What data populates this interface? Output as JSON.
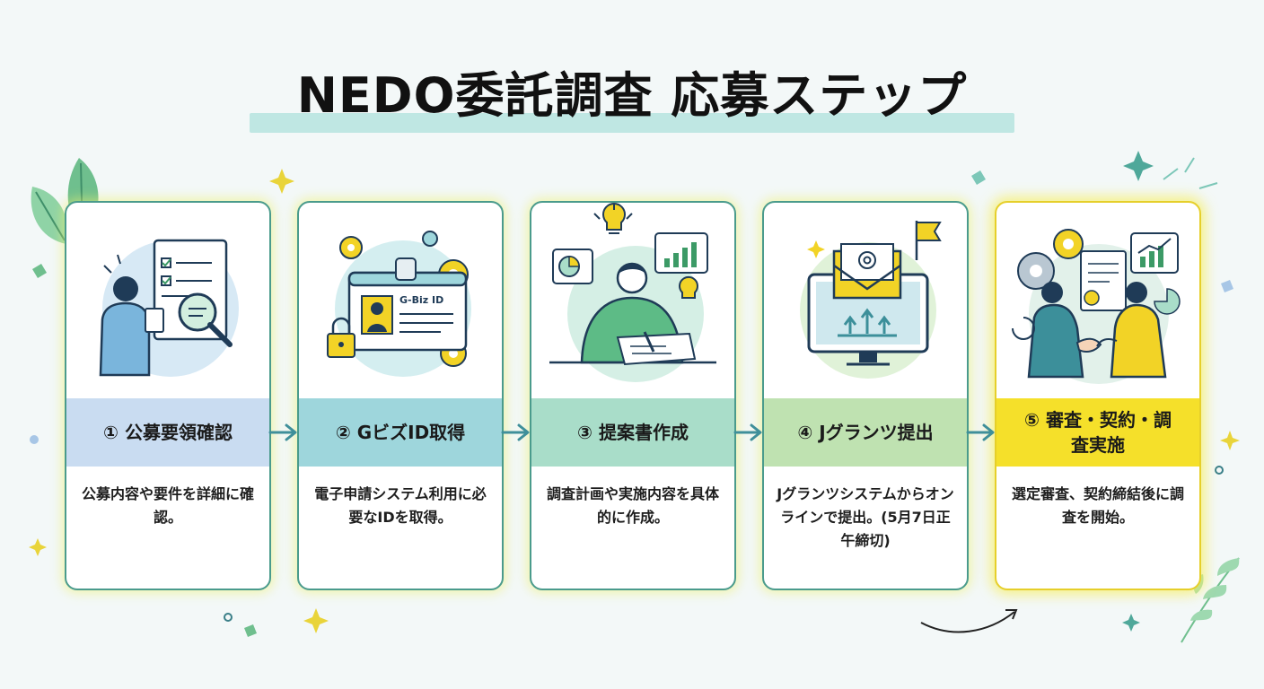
{
  "title": "NEDO委託調査 応募ステップ",
  "steps": [
    {
      "number": "①",
      "label": "公募要領確認",
      "description": "公募内容や要件を詳細に確認。",
      "band_color": "#c9dcf1",
      "illus_bg": "#d7e9f5"
    },
    {
      "number": "②",
      "label": "GビズID取得",
      "description": "電子申請システム利用に必要なIDを取得。",
      "band_color": "#9ed6dc",
      "illus_bg": "#d4eef0",
      "card_text": "G-Biz ID"
    },
    {
      "number": "③",
      "label": "提案書作成",
      "description": "調査計画や実施内容を具体的に作成。",
      "band_color": "#a9ddc9",
      "illus_bg": "#d5efe5"
    },
    {
      "number": "④",
      "label": "Jグランツ提出",
      "description": "Jグランツシステムからオンラインで提出。(5月7日正午締切)",
      "band_color": "#bfe2b1",
      "illus_bg": "#e0f2d8"
    },
    {
      "number": "⑤",
      "label": "審査・契約・調査実施",
      "description": "選定審査、契約締結後に調査を開始。",
      "band_color": "#f5e02a",
      "illus_bg": "#e2f1ea"
    }
  ],
  "colors": {
    "accent": "#3f8f9a",
    "border": "#4a9b8c",
    "navy": "#1f3b57",
    "yellow": "#f2d326",
    "green": "#4da38a"
  }
}
